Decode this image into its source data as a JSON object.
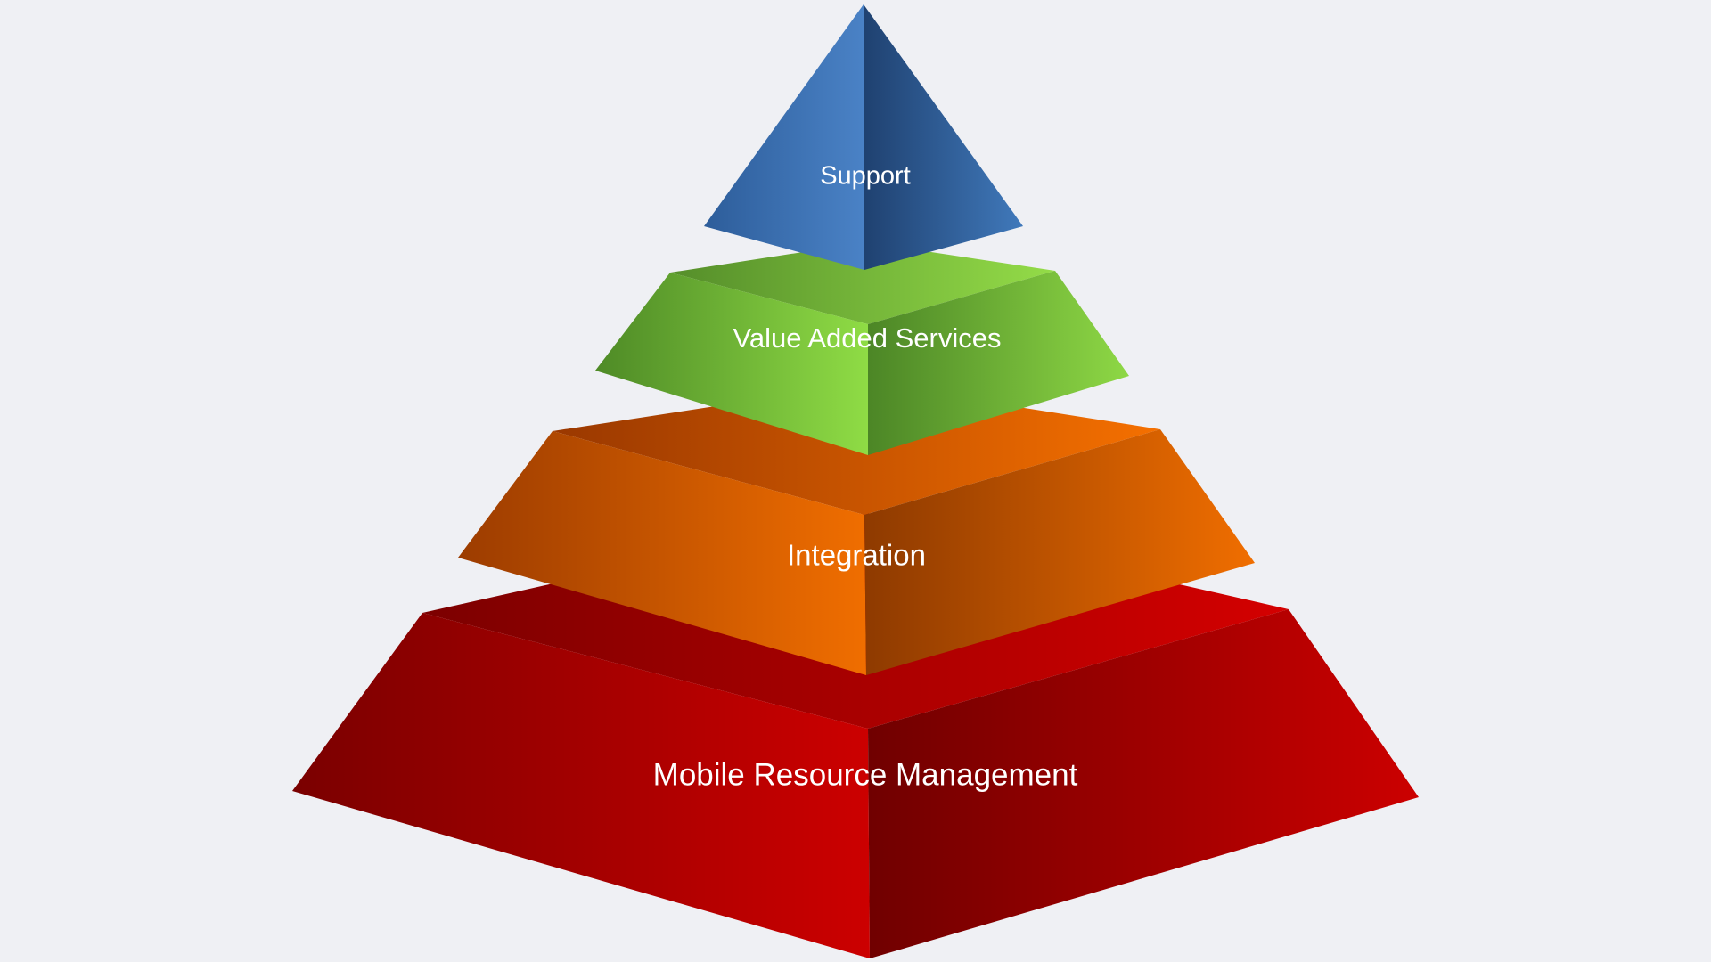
{
  "diagram": {
    "type": "pyramid",
    "tiers": [
      {
        "label": "Support",
        "color": "#3a6fb0"
      },
      {
        "label": "Value Added Services",
        "color": "#7cc23a"
      },
      {
        "label": "Integration",
        "color": "#e86a0c"
      },
      {
        "label": "Mobile Resource Management",
        "color": "#c00000"
      }
    ]
  }
}
